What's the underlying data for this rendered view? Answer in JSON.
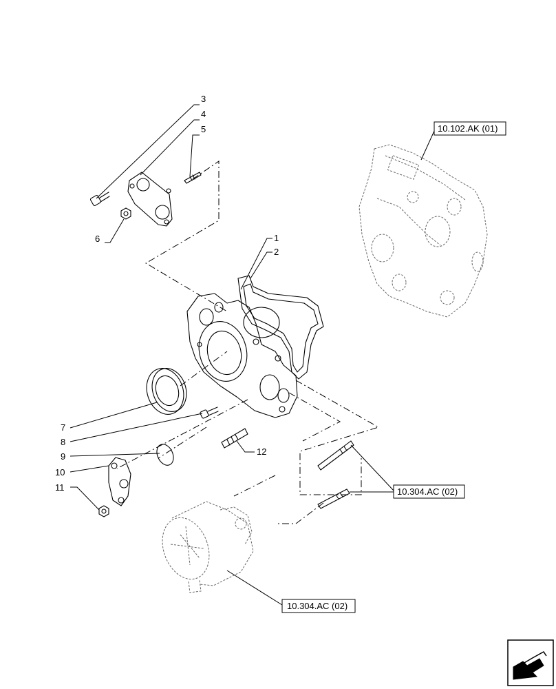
{
  "callouts": {
    "c1": "1",
    "c2": "2",
    "c3": "3",
    "c4": "4",
    "c5": "5",
    "c6": "6",
    "c7": "7",
    "c8": "8",
    "c9": "9",
    "c10": "10",
    "c11": "11",
    "c12": "12"
  },
  "references": {
    "ref_block": "10.102.AK (01)",
    "ref_studs": "10.304.AC (02)",
    "ref_pump": "10.304.AC (02)"
  },
  "icons": {
    "nav": "arrow-icon"
  }
}
